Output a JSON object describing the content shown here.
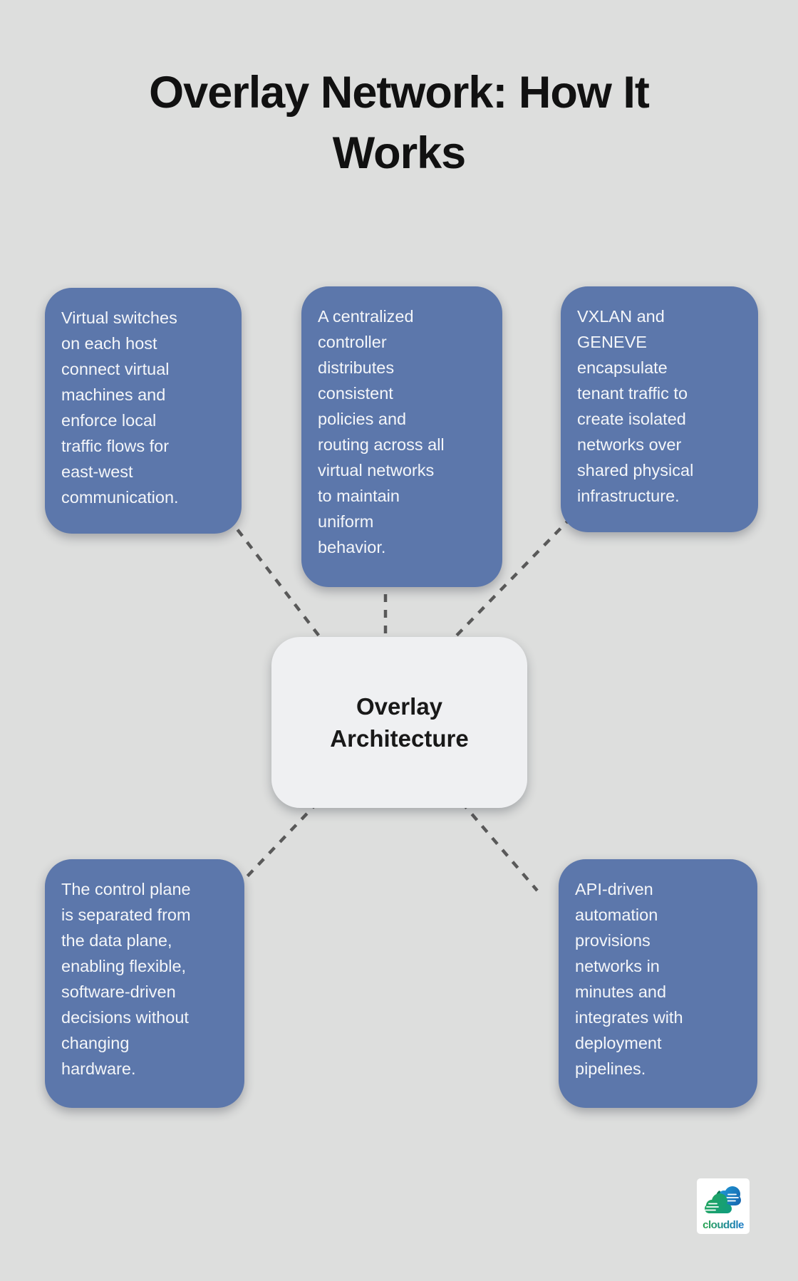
{
  "title": "Overlay Network: How It\nWorks",
  "center": {
    "label": "Overlay\nArchitecture"
  },
  "nodes": [
    {
      "id": "virtual-switches",
      "text": "Virtual switches\non each host\nconnect virtual\nmachines and\nenforce local\ntraffic flows for\neast-west\ncommunication."
    },
    {
      "id": "centralized-controller",
      "text": "A centralized\ncontroller\ndistributes\nconsistent\npolicies and\nrouting across all\nvirtual networks\nto maintain\nuniform\nbehavior."
    },
    {
      "id": "vxlan-geneve",
      "text": "VXLAN and\nGENEVE\nencapsulate\ntenant traffic to\ncreate isolated\nnetworks over\nshared physical\ninfrastructure."
    },
    {
      "id": "control-plane",
      "text": "The control plane\nis separated from\nthe data plane,\nenabling flexible,\nsoftware-driven\ndecisions without\nchanging\nhardware."
    },
    {
      "id": "api-automation",
      "text": "API-driven\nautomation\nprovisions\nnetworks in\nminutes and\nintegrates with\ndeployment\npipelines."
    }
  ],
  "logo": {
    "text": "clouddle"
  },
  "colors": {
    "background": "#dddedd",
    "node_fill": "#5c77ab",
    "node_text": "#f4f6f9",
    "center_fill": "#eff0f2",
    "center_text": "#191919",
    "connector": "#595959",
    "title": "#111111",
    "logo_green": "#18a06c",
    "logo_green_dark": "#0c7a55",
    "logo_blue": "#1f8fd0",
    "logo_blue_dark": "#1865ae"
  }
}
